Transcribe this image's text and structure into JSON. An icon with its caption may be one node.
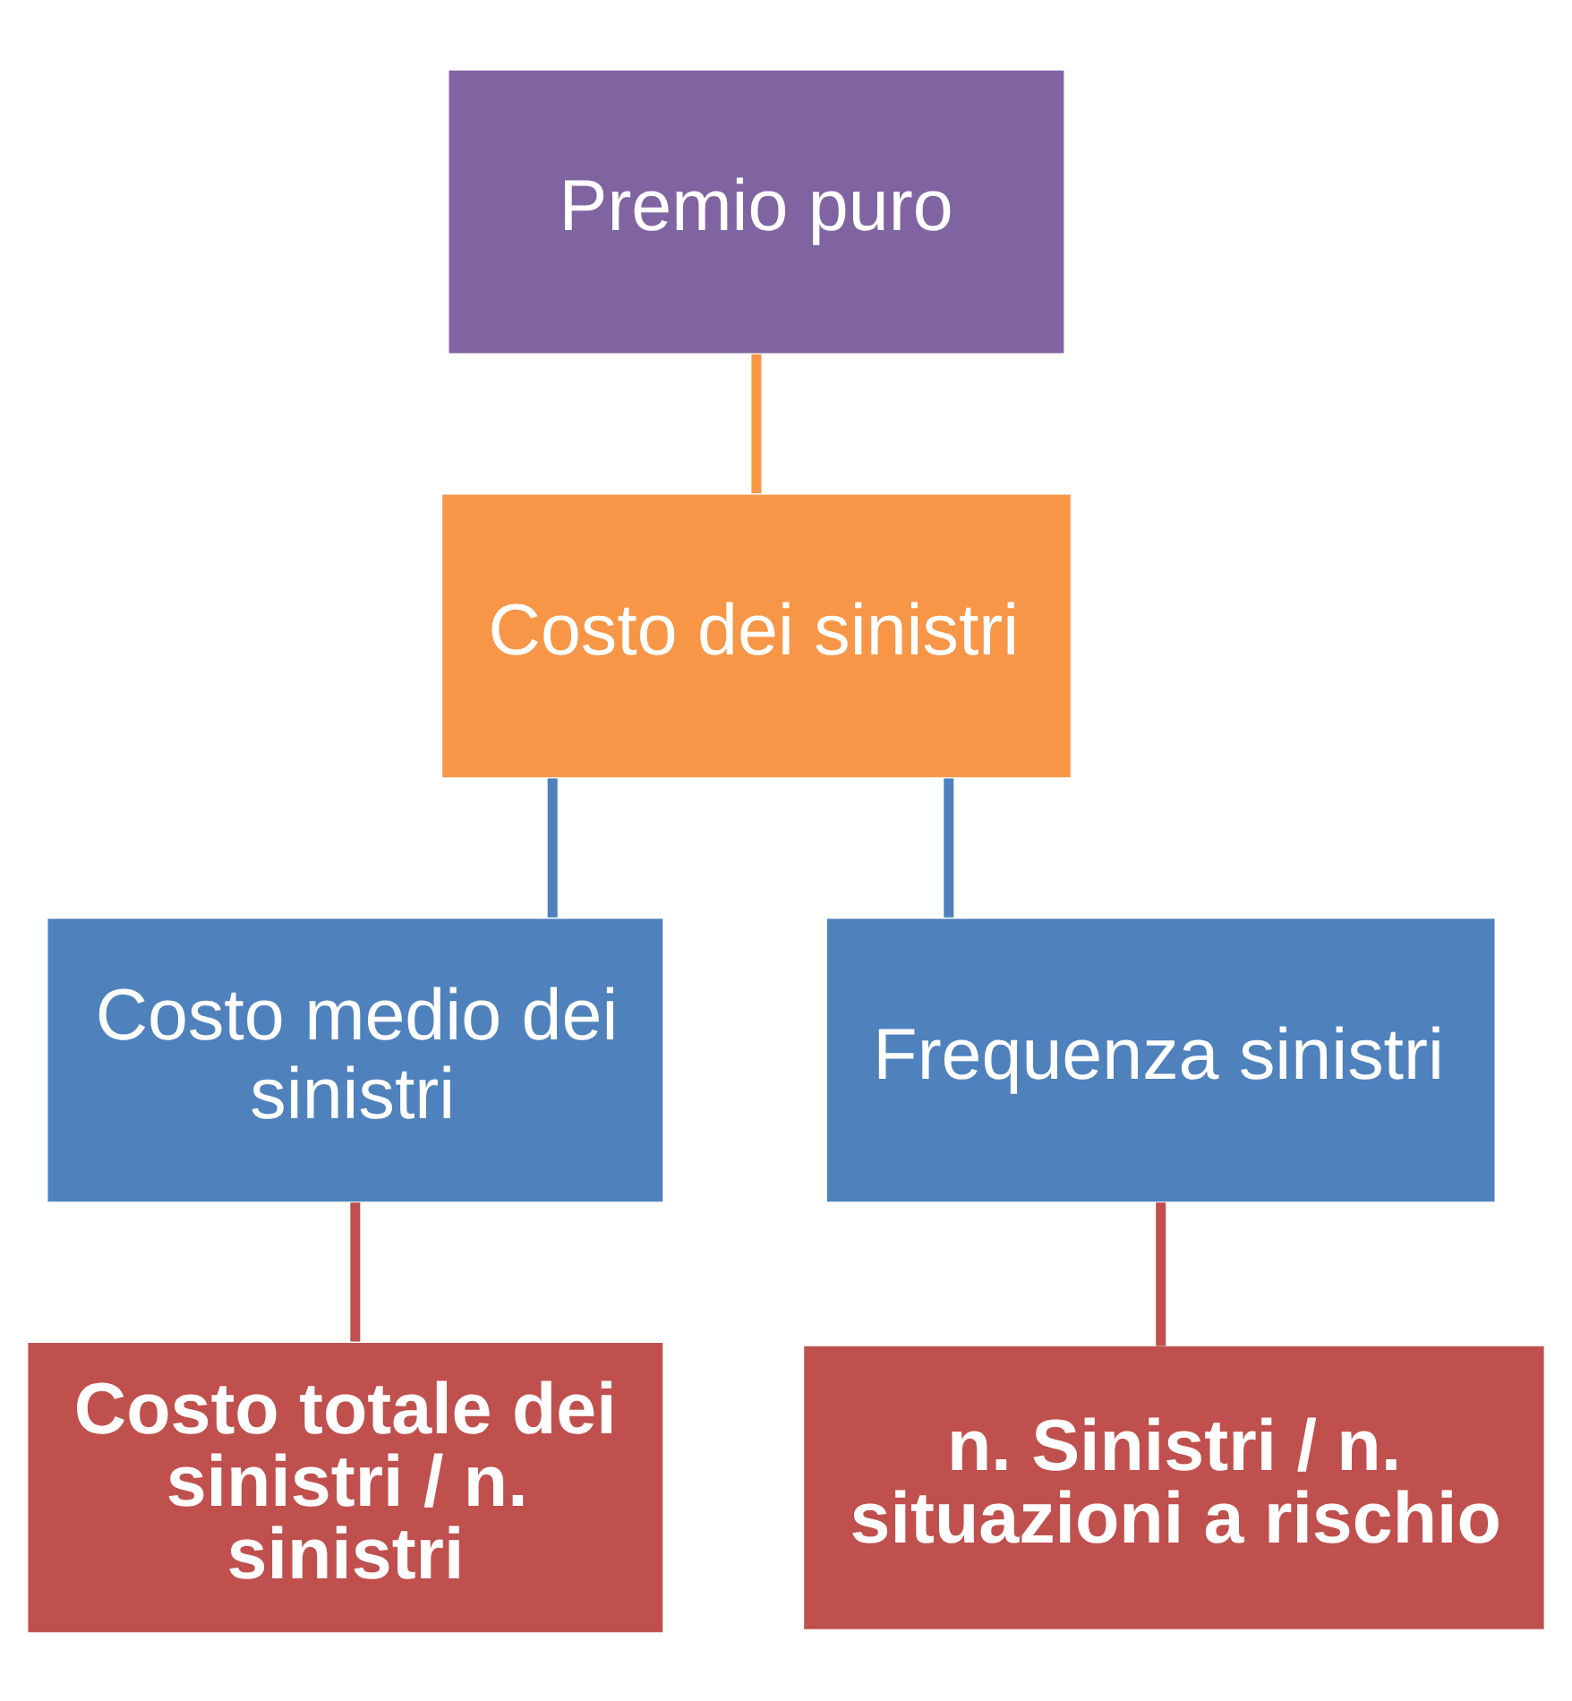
{
  "diagram": {
    "nodes": [
      {
        "text": [
          "Premio puro"
        ]
      },
      {
        "text": [
          "Costo dei sinistri"
        ]
      },
      {
        "text": [
          "Costo medio dei sinistri"
        ]
      },
      {
        "text": [
          "Frequenza sinistri"
        ]
      },
      {
        "text": [
          "Costo totale dei sinistri / n. sinistri"
        ]
      },
      {
        "text": [
          "n. Sinistri / n. situazioni a rischio"
        ]
      }
    ],
    "edges": [
      {
        "from": 0,
        "to": 1,
        "arrow": "none",
        "color": "#f79646"
      },
      {
        "from": 1,
        "to": 2,
        "arrow": "none",
        "color": "#4f81bd"
      },
      {
        "from": 1,
        "to": 3,
        "arrow": "none",
        "color": "#4f81bd"
      },
      {
        "from": 2,
        "to": 4,
        "arrow": "none",
        "color": "#c0504d"
      },
      {
        "from": 3,
        "to": 5,
        "arrow": "none",
        "color": "#c0504d"
      }
    ]
  }
}
